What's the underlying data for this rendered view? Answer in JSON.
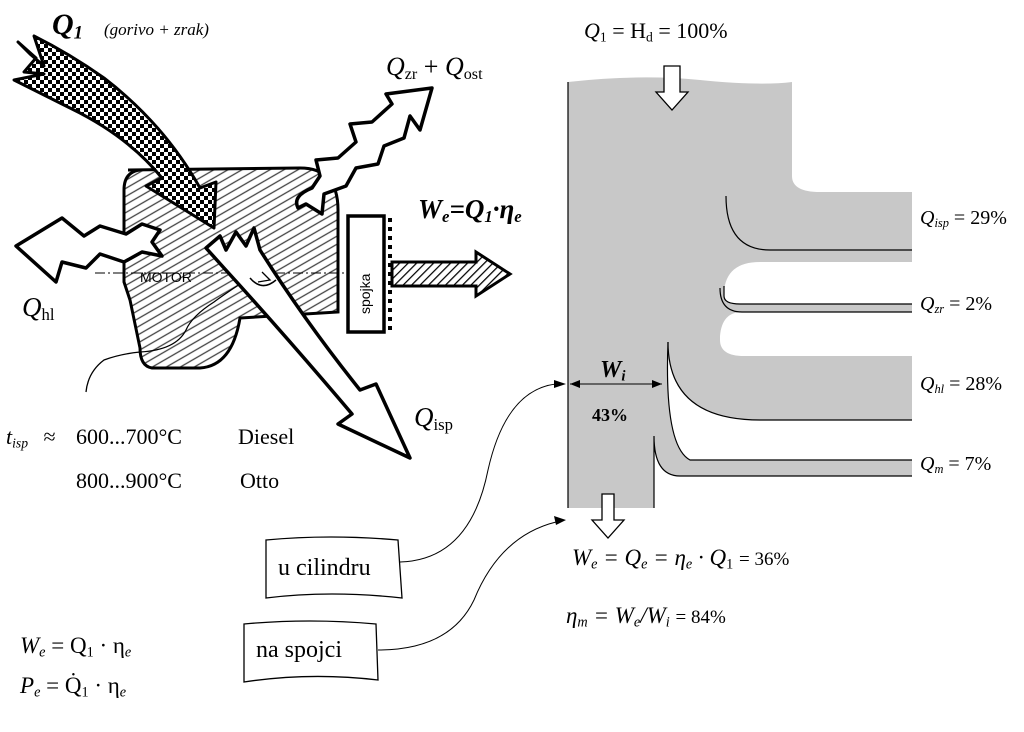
{
  "left": {
    "q1": {
      "sym": "Q",
      "sub": "1",
      "note": "(gorivo + zrak)"
    },
    "qzr_qost": {
      "q1": "Q",
      "s1": "zr",
      "plus": "+",
      "q2": "Q",
      "s2": "ost"
    },
    "we_formula": {
      "w": "W",
      "ws": "e",
      "eq": "=",
      "q": "Q",
      "qs": "1",
      "dot": "·",
      "eta": "η",
      "es": "e"
    },
    "qhl": {
      "sym": "Q",
      "sub": "hl"
    },
    "qisp": {
      "sym": "Q",
      "sub": "isp"
    },
    "motor_label": "MOTOR",
    "clutch_label": "spojka",
    "tisp": {
      "sym": "t",
      "sub": "isp",
      "approx": "≈"
    },
    "diesel": {
      "range": "600...700°C",
      "name": "Diesel"
    },
    "otto": {
      "range": "800...900°C",
      "name": "Otto"
    },
    "box_cylinder": "u cilindru",
    "box_clutch": "na spojci",
    "formula1": {
      "lhs": "W",
      "ls": "e",
      "rhs": "= Q",
      "rs": "1",
      "tail": "· η",
      "ts": "e"
    },
    "formula2": {
      "lhs": "P",
      "ls": "e",
      "rhs": "= Q̇",
      "rs": "1",
      "tail": "· η",
      "ts": "e"
    }
  },
  "sankey": {
    "top": {
      "q": "Q",
      "qs": "1",
      "eq": "= H",
      "hs": "d",
      "val": "= 100%"
    },
    "wi": {
      "sym": "W",
      "sub": "i",
      "pct": "43%"
    },
    "branches": [
      {
        "sym": "Q",
        "sub": "isp",
        "pct": "= 29%"
      },
      {
        "sym": "Q",
        "sub": "zr",
        "pct": "= 2%"
      },
      {
        "sym": "Q",
        "sub": "hl",
        "pct": "= 28%"
      },
      {
        "sym": "Q",
        "sub": "m",
        "pct": "= 7%"
      }
    ],
    "we_line": {
      "a": "W",
      "as": "e",
      "b": "= Q",
      "bs": "e",
      "c": "= η",
      "cs": "e",
      "d": "· Q",
      "ds": "1",
      "val": "= 36%"
    },
    "eta_line": {
      "a": "η",
      "as": "m",
      "b": "= W",
      "bs": "e",
      "c": "/W",
      "cs": "i",
      "val": "= 84%"
    }
  },
  "colors": {
    "flow": "#c8c8c8",
    "ink": "#000000"
  }
}
